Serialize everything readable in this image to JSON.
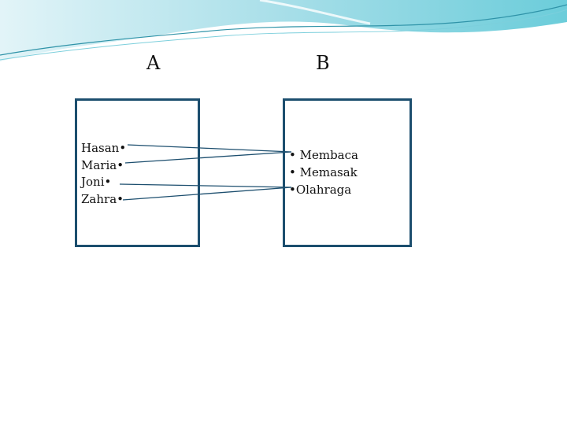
{
  "slide": {
    "accent_color": "#5bc7d6",
    "line_color": "#1c4e6e"
  },
  "set_a": {
    "title": "A",
    "items": [
      "Hasan•",
      "Maria•",
      "Joni•",
      "Zahra•"
    ]
  },
  "set_b": {
    "title": "B",
    "items": [
      "• Membaca",
      "• Memasak",
      "•Olahraga"
    ]
  },
  "mapping": [
    {
      "from": "Hasan•",
      "to": "• Membaca"
    },
    {
      "from": "Maria•",
      "to": "• Membaca"
    },
    {
      "from": "Joni•",
      "to": "•Olahraga"
    },
    {
      "from": "Zahra•",
      "to": "•Olahraga"
    }
  ]
}
